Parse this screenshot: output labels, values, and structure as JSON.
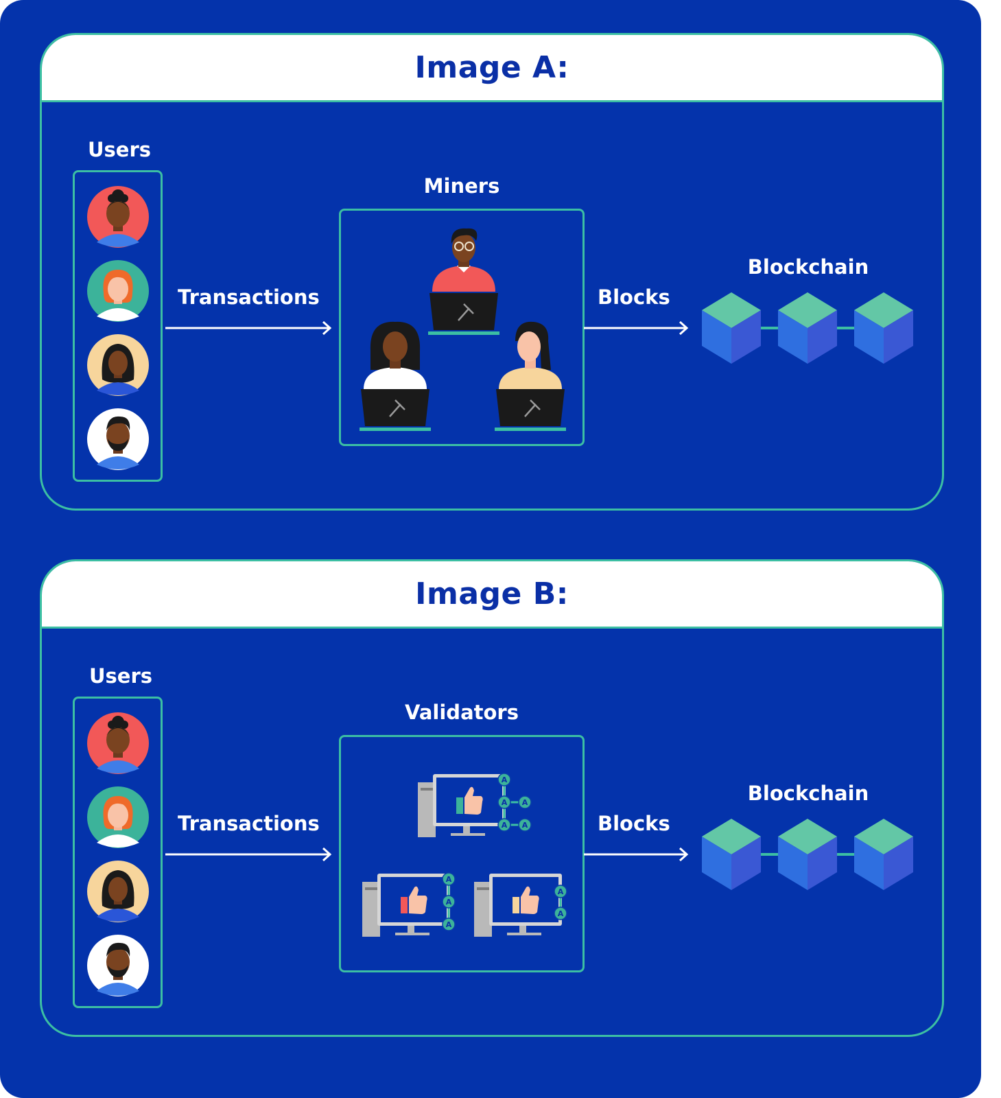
{
  "panels": [
    {
      "title": "Image A:",
      "users_label": "Users",
      "arrow1_label": "Transactions",
      "center_label": "Miners",
      "arrow2_label": "Blocks",
      "chain_label": "Blockchain"
    },
    {
      "title": "Image B:",
      "users_label": "Users",
      "arrow1_label": "Transactions",
      "center_label": "Validators",
      "arrow2_label": "Blocks",
      "chain_label": "Blockchain"
    }
  ],
  "coin_glyph": "A",
  "colors": {
    "background": "#0433ab",
    "accent": "#3cbfa3",
    "title_text": "#0a2fa6",
    "avatar_red": "#f25858",
    "avatar_teal": "#3cb39a",
    "avatar_cream": "#f7d59c",
    "avatar_white": "#ffffff",
    "cube_top": "#63c7a6",
    "cube_left": "#2f6fe0",
    "cube_right": "#3a58d4"
  }
}
